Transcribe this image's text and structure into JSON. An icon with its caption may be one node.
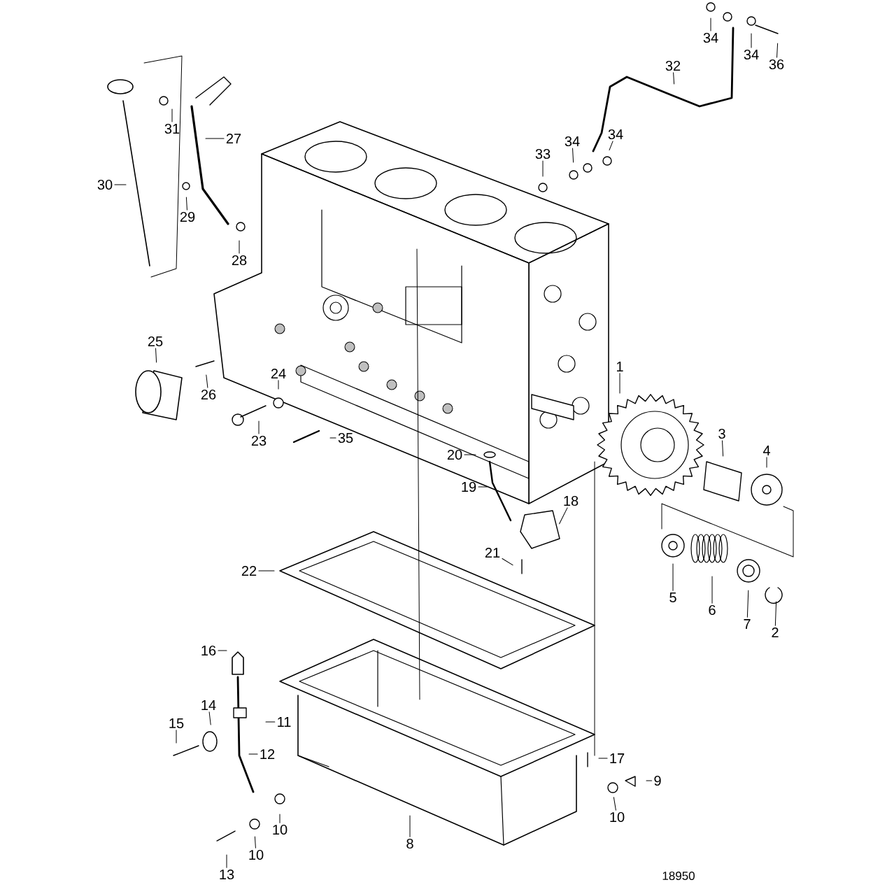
{
  "diagram": {
    "nodes": [
      {
        "text": [
          "1"
        ]
      },
      {
        "text": [
          "2"
        ]
      },
      {
        "text": [
          "3"
        ]
      },
      {
        "text": [
          "4"
        ]
      },
      {
        "text": [
          "5"
        ]
      },
      {
        "text": [
          "6"
        ]
      },
      {
        "text": [
          "7"
        ]
      },
      {
        "text": [
          "8"
        ]
      },
      {
        "text": [
          "9"
        ]
      },
      {
        "text": [
          "10"
        ]
      },
      {
        "text": [
          "10"
        ]
      },
      {
        "text": [
          "10"
        ]
      },
      {
        "text": [
          "11"
        ]
      },
      {
        "text": [
          "12"
        ]
      },
      {
        "text": [
          "13"
        ]
      },
      {
        "text": [
          "14"
        ]
      },
      {
        "text": [
          "15"
        ]
      },
      {
        "text": [
          "16"
        ]
      },
      {
        "text": [
          "17"
        ]
      },
      {
        "text": [
          "18"
        ]
      },
      {
        "text": [
          "19"
        ]
      },
      {
        "text": [
          "20"
        ]
      },
      {
        "text": [
          "21"
        ]
      },
      {
        "text": [
          "22"
        ]
      },
      {
        "text": [
          "23"
        ]
      },
      {
        "text": [
          "24"
        ]
      },
      {
        "text": [
          "25"
        ]
      },
      {
        "text": [
          "26"
        ]
      },
      {
        "text": [
          "27"
        ]
      },
      {
        "text": [
          "28"
        ]
      },
      {
        "text": [
          "29"
        ]
      },
      {
        "text": [
          "30"
        ]
      },
      {
        "text": [
          "31"
        ]
      },
      {
        "text": [
          "32"
        ]
      },
      {
        "text": [
          "33"
        ]
      },
      {
        "text": [
          "34"
        ]
      },
      {
        "text": [
          "34"
        ]
      },
      {
        "text": [
          "34"
        ]
      },
      {
        "text": [
          "34"
        ]
      },
      {
        "text": [
          "36"
        ]
      },
      {
        "text": [
          "35"
        ]
      }
    ],
    "edges": [
      {
        "from": 0,
        "to": null,
        "arrow": "none"
      },
      {
        "from": 1,
        "to": null,
        "arrow": "none"
      },
      {
        "from": 2,
        "to": null,
        "arrow": "none"
      },
      {
        "from": 3,
        "to": null,
        "arrow": "none"
      },
      {
        "from": 4,
        "to": null,
        "arrow": "none"
      },
      {
        "from": 5,
        "to": null,
        "arrow": "none"
      },
      {
        "from": 6,
        "to": null,
        "arrow": "none"
      },
      {
        "from": 7,
        "to": null,
        "arrow": "none"
      },
      {
        "from": 8,
        "to": null,
        "arrow": "none"
      },
      {
        "from": 9,
        "to": null,
        "arrow": "none"
      },
      {
        "from": 10,
        "to": null,
        "arrow": "none"
      },
      {
        "from": 11,
        "to": null,
        "arrow": "none"
      },
      {
        "from": 12,
        "to": null,
        "arrow": "none"
      },
      {
        "from": 13,
        "to": null,
        "arrow": "none"
      },
      {
        "from": 14,
        "to": null,
        "arrow": "none"
      },
      {
        "from": 15,
        "to": null,
        "arrow": "none"
      },
      {
        "from": 16,
        "to": null,
        "arrow": "none"
      },
      {
        "from": 17,
        "to": null,
        "arrow": "none"
      },
      {
        "from": 18,
        "to": null,
        "arrow": "none"
      },
      {
        "from": 19,
        "to": null,
        "arrow": "none"
      },
      {
        "from": 20,
        "to": null,
        "arrow": "none"
      },
      {
        "from": 21,
        "to": null,
        "arrow": "none"
      },
      {
        "from": 22,
        "to": null,
        "arrow": "none"
      },
      {
        "from": 23,
        "to": null,
        "arrow": "none"
      },
      {
        "from": 24,
        "to": null,
        "arrow": "none"
      },
      {
        "from": 25,
        "to": null,
        "arrow": "none"
      },
      {
        "from": 26,
        "to": null,
        "arrow": "none"
      },
      {
        "from": 27,
        "to": null,
        "arrow": "none"
      },
      {
        "from": 28,
        "to": null,
        "arrow": "none"
      },
      {
        "from": 29,
        "to": null,
        "arrow": "none"
      },
      {
        "from": 30,
        "to": null,
        "arrow": "none"
      },
      {
        "from": 31,
        "to": null,
        "arrow": "none"
      },
      {
        "from": 32,
        "to": null,
        "arrow": "none"
      },
      {
        "from": 33,
        "to": null,
        "arrow": "none"
      },
      {
        "from": 34,
        "to": null,
        "arrow": "none"
      },
      {
        "from": 35,
        "to": null,
        "arrow": "none"
      },
      {
        "from": 36,
        "to": null,
        "arrow": "none"
      },
      {
        "from": 37,
        "to": null,
        "arrow": "none"
      },
      {
        "from": 38,
        "to": null,
        "arrow": "none"
      },
      {
        "from": 39,
        "to": null,
        "arrow": "none"
      },
      {
        "from": 40,
        "to": null,
        "arrow": "none"
      }
    ],
    "labels": [
      "18950"
    ]
  }
}
